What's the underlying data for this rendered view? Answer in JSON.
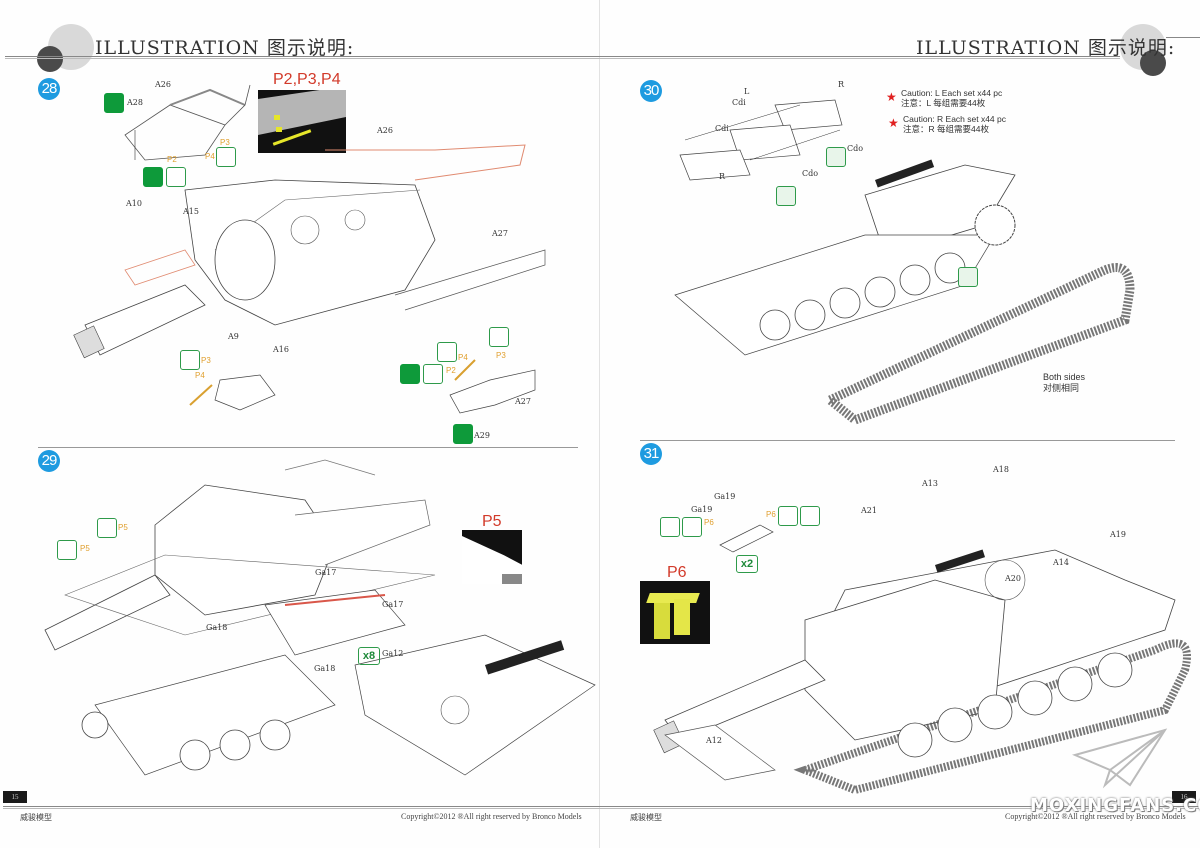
{
  "document": {
    "title_en": "ILLUSTRATION",
    "title_cn": "图示说明:",
    "publisher_cn": "威骏模型",
    "copyright": "Copyright©2012  ®All right reserved by Bronco Models",
    "watermark": "MOXINGFANS.COM"
  },
  "pages": [
    {
      "page_number": "15"
    },
    {
      "page_number": "16"
    }
  ],
  "steps": [
    {
      "number": "28",
      "photo_title": "P2,P3,P4",
      "part_labels": [
        "A26",
        "A28",
        "A26",
        "A10",
        "A15",
        "A27",
        "A9",
        "A16",
        "A27",
        "A29"
      ],
      "pe_labels": [
        "P2",
        "P3",
        "P4",
        "P3",
        "P4",
        "P4",
        "P3",
        "P2"
      ],
      "icons": [
        "cut-icon",
        "cut-icon",
        "glue-icon",
        "glue-icon",
        "glue-icon",
        "glue-icon",
        "glue-icon",
        "cut-icon",
        "glue-icon",
        "cut-icon"
      ]
    },
    {
      "number": "29",
      "photo_title": "P5",
      "part_labels": [
        "Ga17",
        "Ga17",
        "Ga18",
        "Ga18",
        "Ga12"
      ],
      "pe_labels": [
        "P5",
        "P5"
      ],
      "quantity": "x8"
    },
    {
      "number": "30",
      "part_labels": [
        "L",
        "Cdi",
        "Cdi",
        "R",
        "Cdo",
        "Cdo",
        "R"
      ],
      "cautions": [
        {
          "en": "Caution: L Each set x44 pc",
          "cn": "注意：L 每组需要44枚"
        },
        {
          "en": "Caution: R Each set x44 pc",
          "cn": "注意：R 每组需要44枚"
        }
      ],
      "note_en": "Both sides",
      "note_cn": "对侧相同"
    },
    {
      "number": "31",
      "photo_title": "P6",
      "part_labels": [
        "Ga19",
        "Ga19",
        "A21",
        "A13",
        "A18",
        "A14",
        "A19",
        "A20",
        "A12"
      ],
      "pe_labels": [
        "P6",
        "P6"
      ],
      "quantity": "x2"
    }
  ]
}
